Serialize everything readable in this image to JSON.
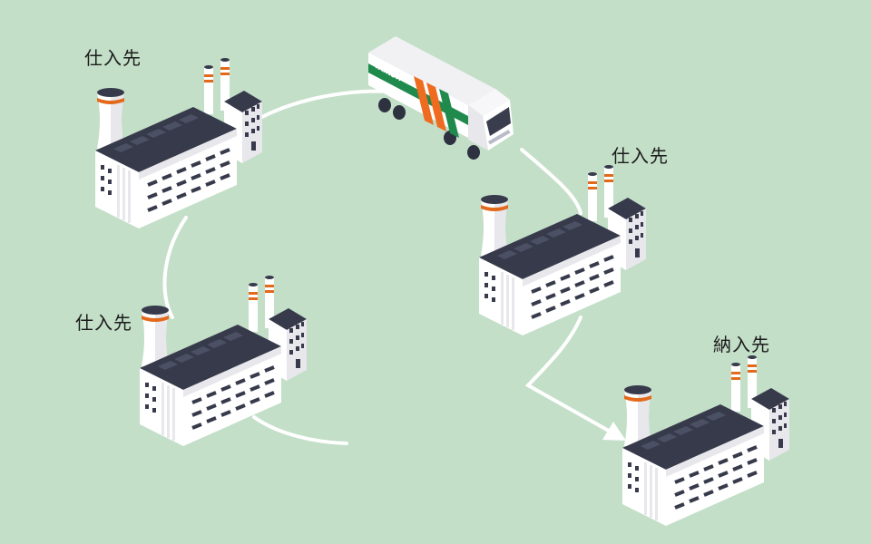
{
  "nodes": [
    {
      "id": "supplier-1",
      "label": "仕入先"
    },
    {
      "id": "supplier-2",
      "label": "仕入先"
    },
    {
      "id": "supplier-3",
      "label": "仕入先"
    },
    {
      "id": "customer",
      "label": "納入先"
    }
  ],
  "truck": {
    "brand": "TAIKOH"
  },
  "colors": {
    "background": "#c3dfc8",
    "route": "#ffffff",
    "roof": "#373a4b",
    "wall": "#ffffff",
    "wall_shade": "#e7e7ec",
    "window": "#373a4b",
    "stripe": "#e36a1c",
    "truck_green": "#1f8a4c",
    "truck_orange": "#ee6b1f"
  }
}
